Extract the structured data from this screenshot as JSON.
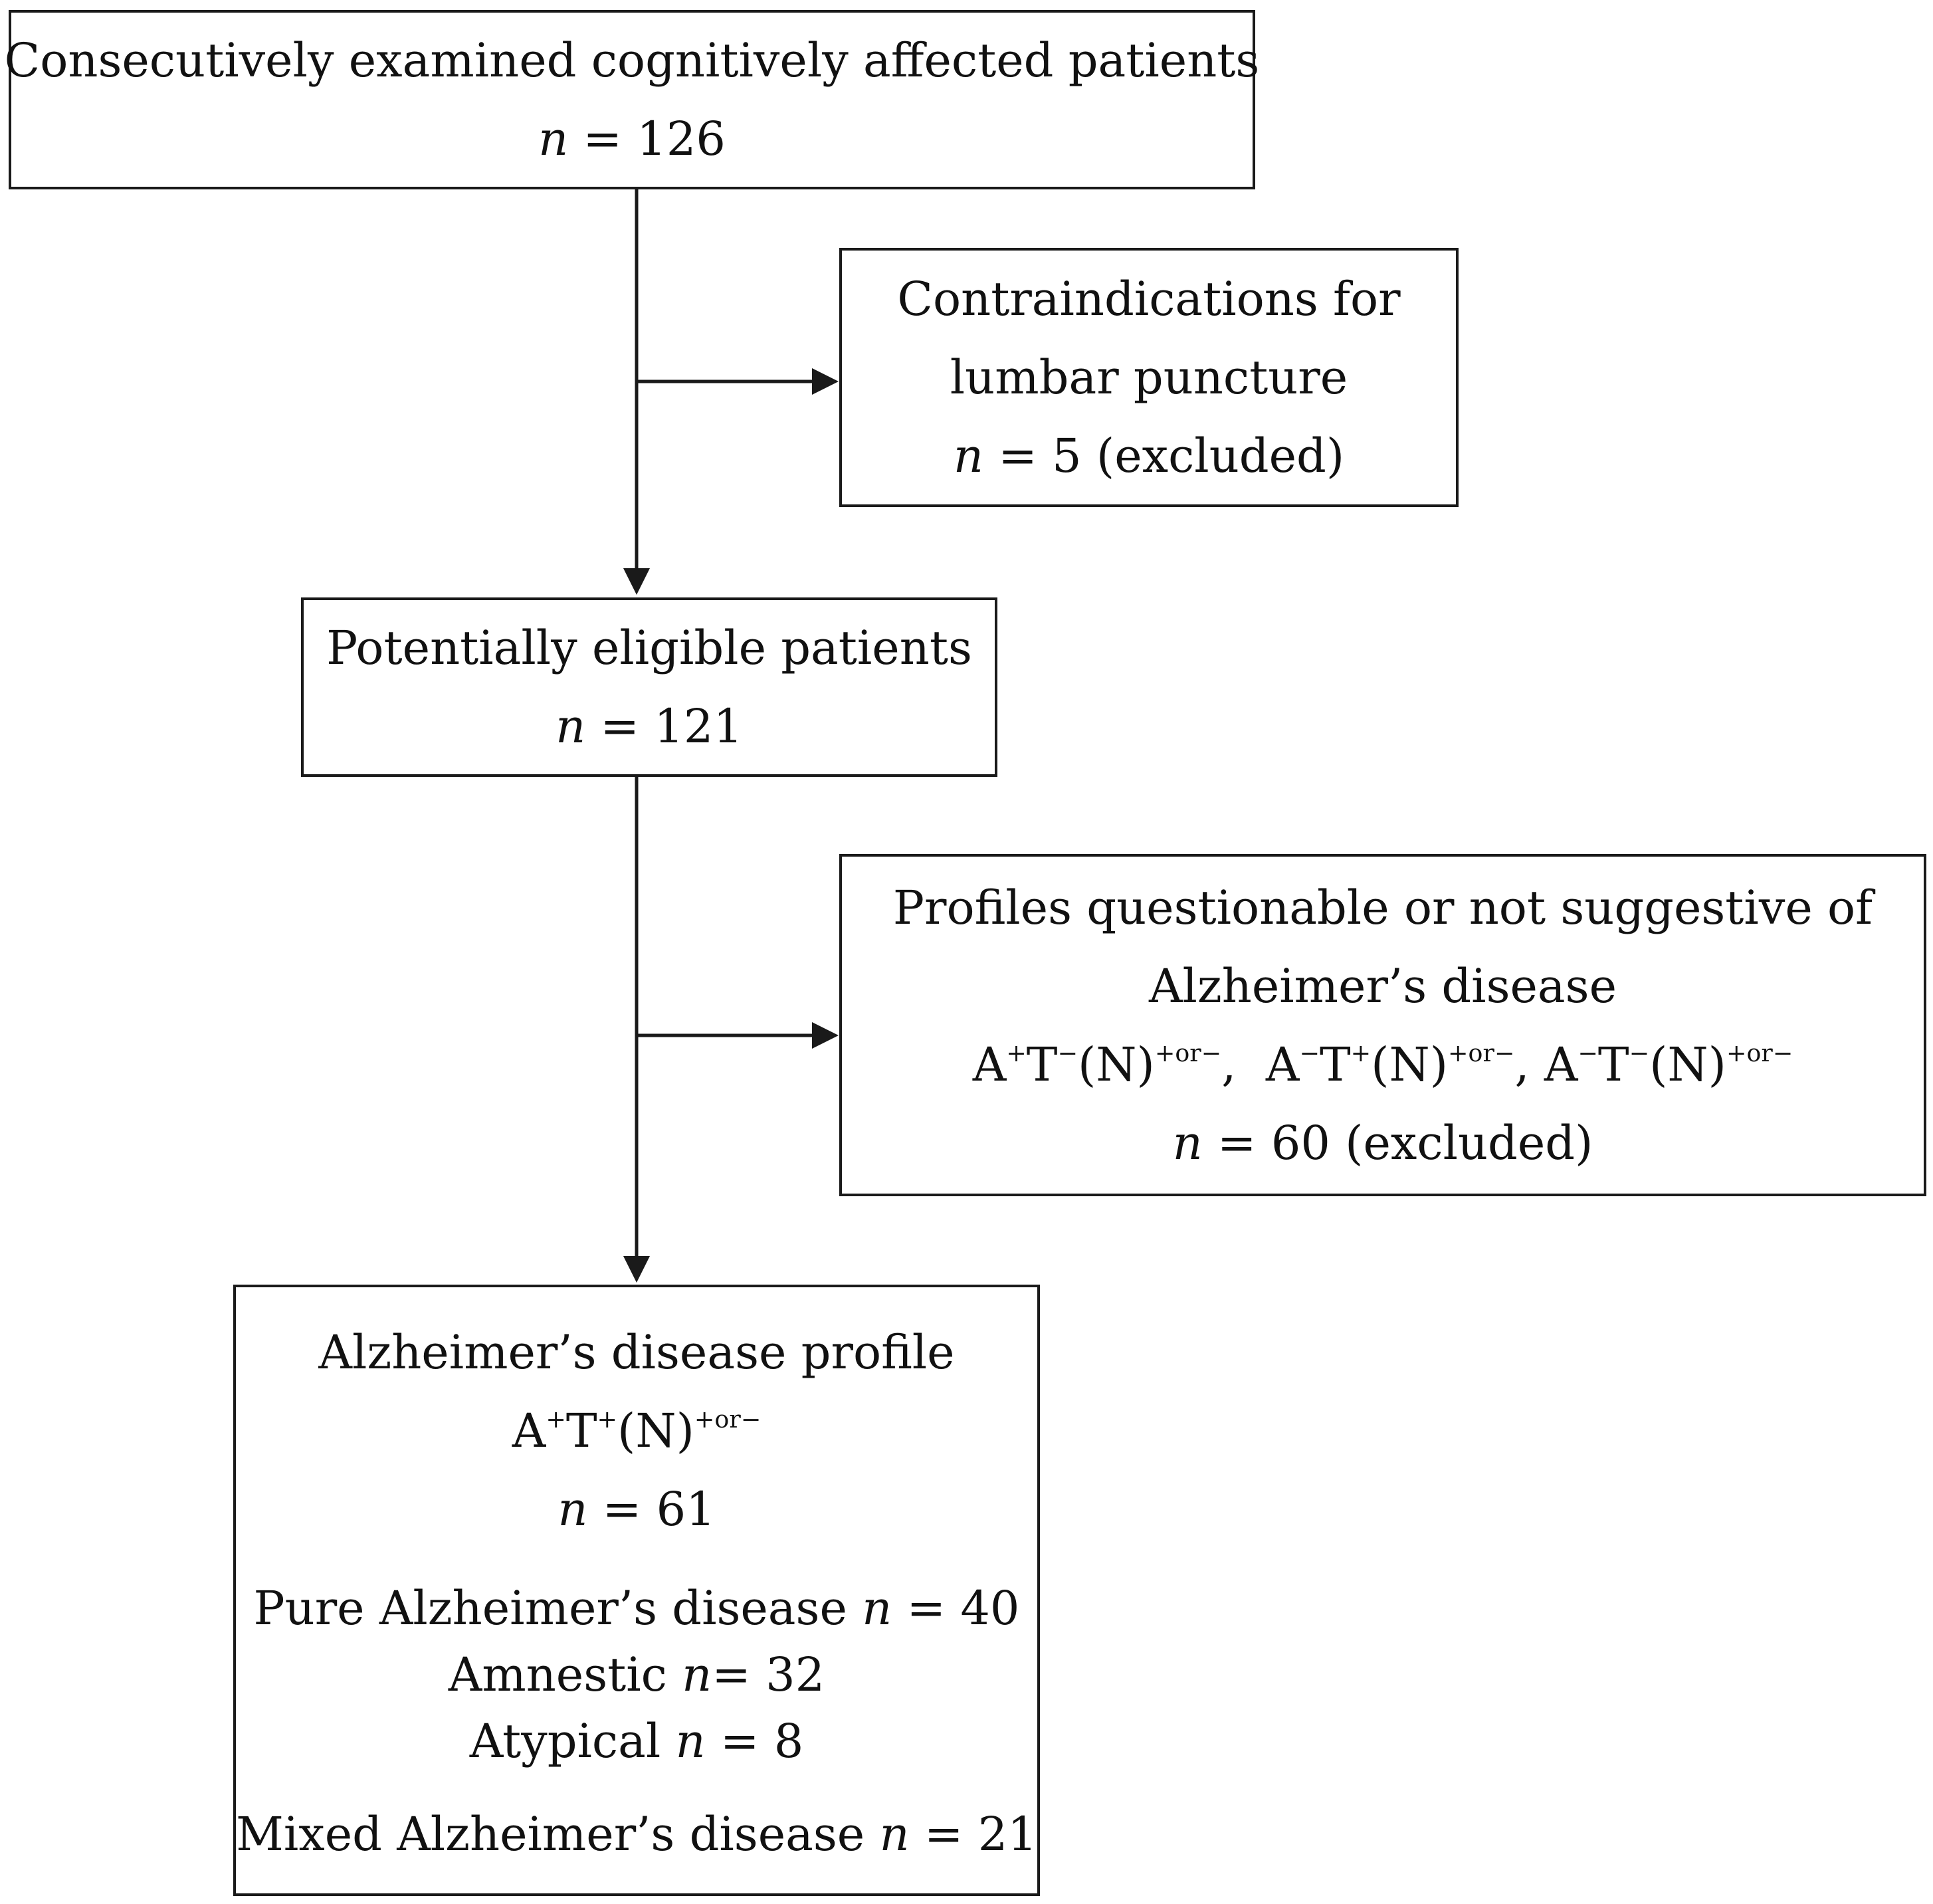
{
  "box_start": {
    "title": "Consecutively examined cognitively affected patients",
    "n_label": "n",
    "n_text": " = 126"
  },
  "box_contra": {
    "line1": "Contraindications for",
    "line2": "lumbar puncture",
    "n_label": "n",
    "n_text": " = 5 (excluded)"
  },
  "box_eligible": {
    "title": "Potentially eligible patients",
    "n_label": "n",
    "n_text": " = 121"
  },
  "box_profiles": {
    "line1": "Profiles questionable or not suggestive of",
    "line2": "Alzheimer’s disease",
    "profiles": [
      {
        "a": "A",
        "a_sup": "+",
        "t": "T",
        "t_sup": "−",
        "n": "(N)",
        "n_sup": "+or−",
        "sep": ",  "
      },
      {
        "a": "A",
        "a_sup": "−",
        "t": "T",
        "t_sup": "+",
        "n": "(N)",
        "n_sup": "+or−",
        "sep": ", "
      },
      {
        "a": "A",
        "a_sup": "−",
        "t": "T",
        "t_sup": "−",
        "n": "(N)",
        "n_sup": "+or−",
        "sep": ""
      }
    ],
    "n_label": "n",
    "n_text": " = 60 (excluded)"
  },
  "box_ad": {
    "title": "Alzheimer’s disease profile",
    "profile": {
      "a": "A",
      "a_sup": "+",
      "t": "T",
      "t_sup": "+",
      "n": "(N)",
      "n_sup": "+or−"
    },
    "n_label": "n",
    "n_text": " = 61",
    "pure_text": "Pure Alzheimer’s disease ",
    "pure_n_label": "n",
    "pure_n_text": " = 40",
    "amnestic_text": "Amnestic ",
    "amnestic_n_label": "n",
    "amnestic_n_text": "= 32",
    "atypical_text": "Atypical ",
    "atypical_n_label": "n",
    "atypical_n_text": " = 8",
    "mixed_text": "Mixed Alzheimer’s disease ",
    "mixed_n_label": "n",
    "mixed_n_text": " = 21"
  },
  "colors": {
    "line": "#1a1a1a",
    "background": "#ffffff"
  }
}
